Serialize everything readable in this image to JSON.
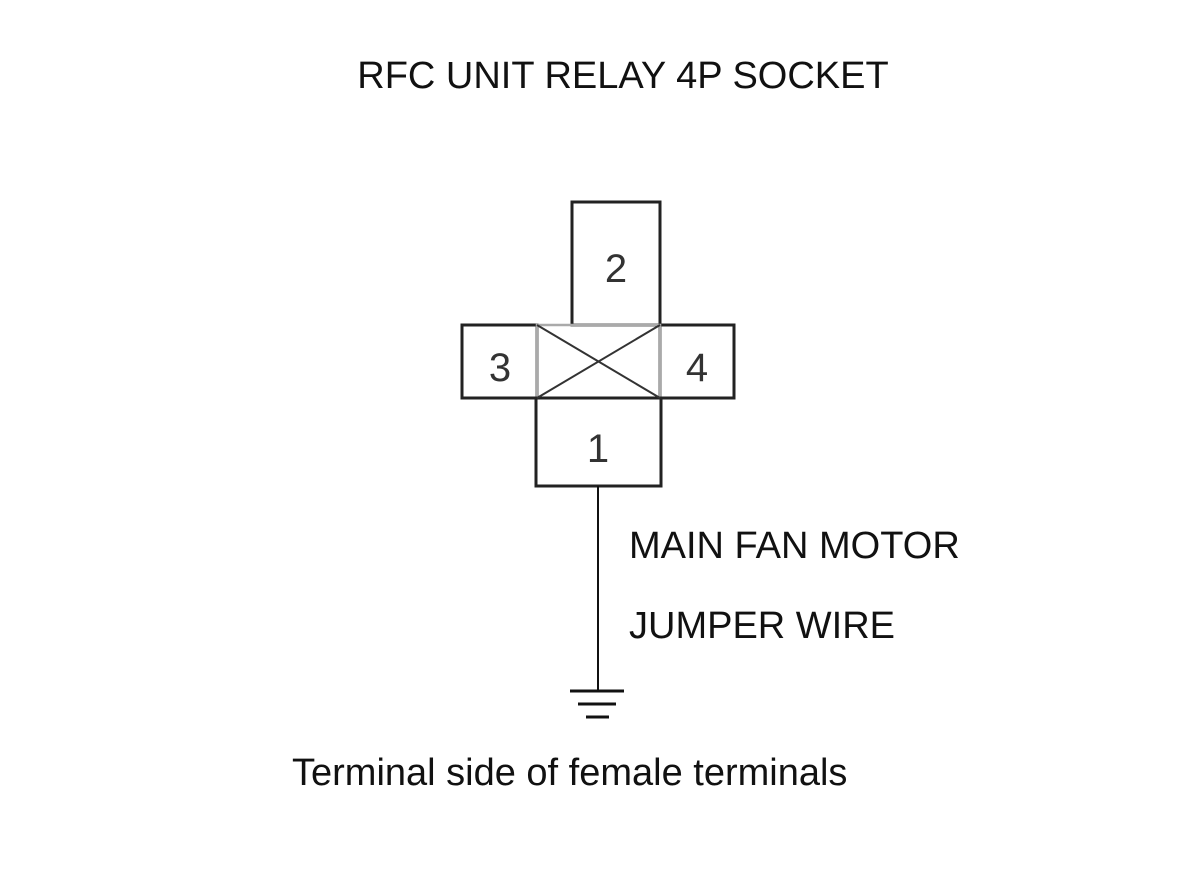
{
  "title": "RFC UNIT RELAY 4P SOCKET",
  "connector": {
    "pins": [
      "2",
      "3",
      "4",
      "1"
    ]
  },
  "wire": {
    "label_line1": "MAIN FAN MOTOR",
    "label_line2": "JUMPER WIRE"
  },
  "caption": "Terminal side of female terminals",
  "colors": {
    "outline": "#222222",
    "inner": "#aaaaaa",
    "text": "#111111"
  },
  "icons": [
    "ground-icon"
  ]
}
